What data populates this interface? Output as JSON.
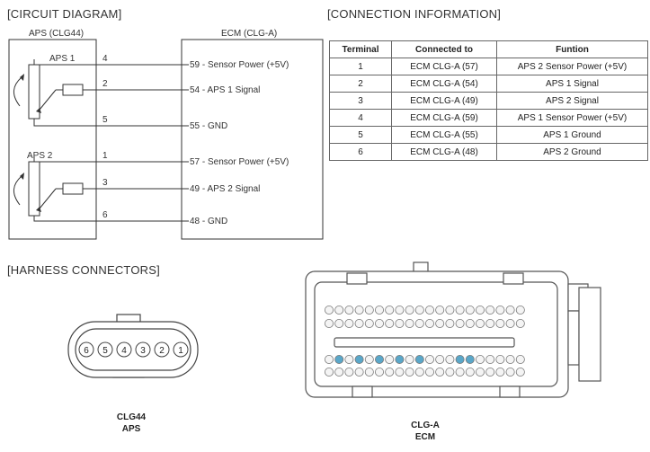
{
  "titles": {
    "circuit": "[CIRCUIT DIAGRAM]",
    "connection": "[CONNECTION INFORMATION]",
    "harness": "[HARNESS CONNECTORS]"
  },
  "circuit": {
    "aps_header": "APS (CLG44)",
    "ecm_header": "ECM (CLG-A)",
    "sensor1": "APS 1",
    "sensor2": "APS 2",
    "pins": [
      "4",
      "2",
      "5",
      "1",
      "3",
      "6"
    ],
    "ecm_labels": [
      "59 - Sensor Power (+5V)",
      "54 - APS 1 Signal",
      "55 - GND",
      "57 - Sensor Power (+5V)",
      "49 - APS 2 Signal",
      "48 - GND"
    ]
  },
  "connection_table": {
    "headers": [
      "Terminal",
      "Connected to",
      "Funtion"
    ],
    "rows": [
      {
        "terminal": "1",
        "connected": "ECM CLG-A (57)",
        "function": "APS 2 Sensor Power (+5V)"
      },
      {
        "terminal": "2",
        "connected": "ECM CLG-A (54)",
        "function": "APS 1 Signal"
      },
      {
        "terminal": "3",
        "connected": "ECM CLG-A (49)",
        "function": "APS 2 Signal"
      },
      {
        "terminal": "4",
        "connected": "ECM CLG-A (59)",
        "function": "APS 1 Sensor Power (+5V)"
      },
      {
        "terminal": "5",
        "connected": "ECM CLG-A (55)",
        "function": "APS 1 Ground"
      },
      {
        "terminal": "6",
        "connected": "ECM CLG-A (48)",
        "function": "APS 2 Ground"
      }
    ]
  },
  "harness": {
    "aps_pins": [
      "6",
      "5",
      "4",
      "3",
      "2",
      "1"
    ],
    "aps_caption_1": "CLG44",
    "aps_caption_2": "APS",
    "ecm_caption_1": "CLG-A",
    "ecm_caption_2": "ECM",
    "highlight_color": "#5aa7c9"
  }
}
